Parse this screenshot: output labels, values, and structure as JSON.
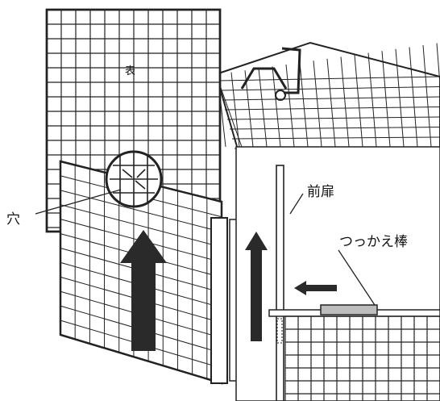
{
  "labels": {
    "front_face": "表",
    "hole": "穴",
    "front_door": "前扉",
    "prop_bar": "つっかえ棒"
  },
  "colors": {
    "line": "#222222",
    "arrow": "#2a2a2a",
    "bar_fill": "#bdbdbd",
    "background": "#ffffff"
  },
  "icons": [
    "up-arrow-icon",
    "left-arrow-icon"
  ]
}
